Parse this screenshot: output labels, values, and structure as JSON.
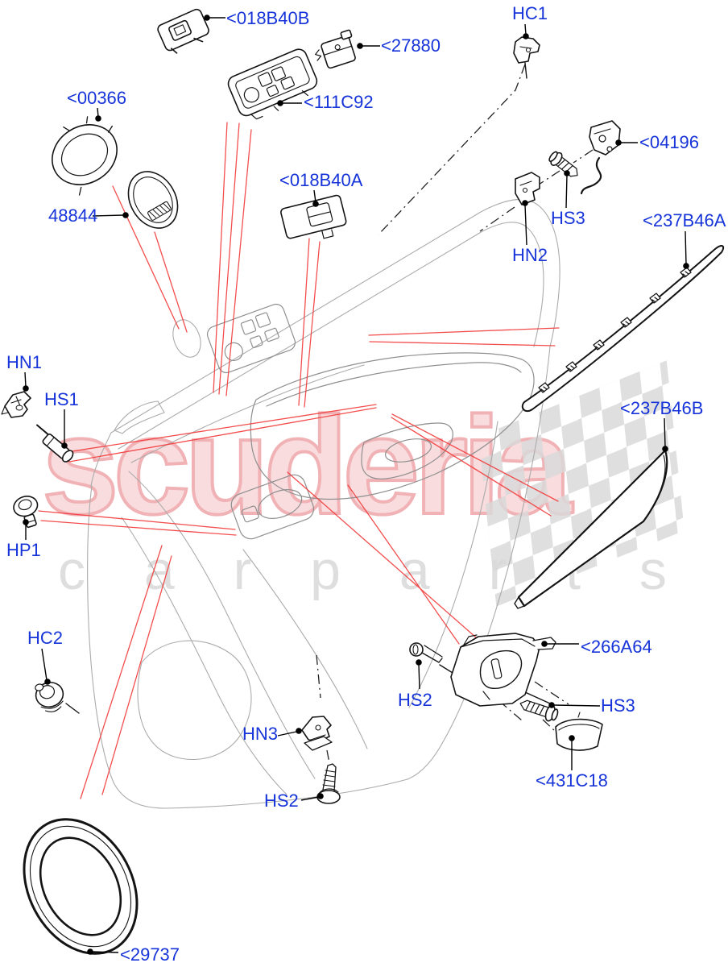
{
  "watermark": {
    "title": "scuderia",
    "subtitle": "c a r   p a r t s"
  },
  "colors": {
    "label_blue": "#1634d9",
    "leader_red": "#f23b3b",
    "part_black": "#141414",
    "panel_gray": "#ababab",
    "watermark_pink": "#f1b2b6",
    "watermark_gray": "#dedede"
  },
  "labels": [
    {
      "id": "018B40B",
      "text": "<018B40B"
    },
    {
      "id": "27880",
      "text": "<27880"
    },
    {
      "id": "HC1",
      "text": "HC1"
    },
    {
      "id": "111C92",
      "text": "<111C92"
    },
    {
      "id": "00366",
      "text": "<00366"
    },
    {
      "id": "48844",
      "text": "48844"
    },
    {
      "id": "018B40A",
      "text": "<018B40A"
    },
    {
      "id": "04196",
      "text": "<04196"
    },
    {
      "id": "HS3-top",
      "text": "HS3"
    },
    {
      "id": "HN2",
      "text": "HN2"
    },
    {
      "id": "237B46A",
      "text": "<237B46A"
    },
    {
      "id": "HN1",
      "text": "HN1"
    },
    {
      "id": "HS1",
      "text": "HS1"
    },
    {
      "id": "237B46B",
      "text": "<237B46B"
    },
    {
      "id": "HP1",
      "text": "HP1"
    },
    {
      "id": "HC2",
      "text": "HC2"
    },
    {
      "id": "HN3",
      "text": "HN3"
    },
    {
      "id": "HS2-bottom",
      "text": "HS2"
    },
    {
      "id": "266A64",
      "text": "<266A64"
    },
    {
      "id": "HS2-mid",
      "text": "HS2"
    },
    {
      "id": "HS3-bottom",
      "text": "HS3"
    },
    {
      "id": "431C18",
      "text": "<431C18"
    },
    {
      "id": "29737",
      "text": "<29737"
    }
  ]
}
